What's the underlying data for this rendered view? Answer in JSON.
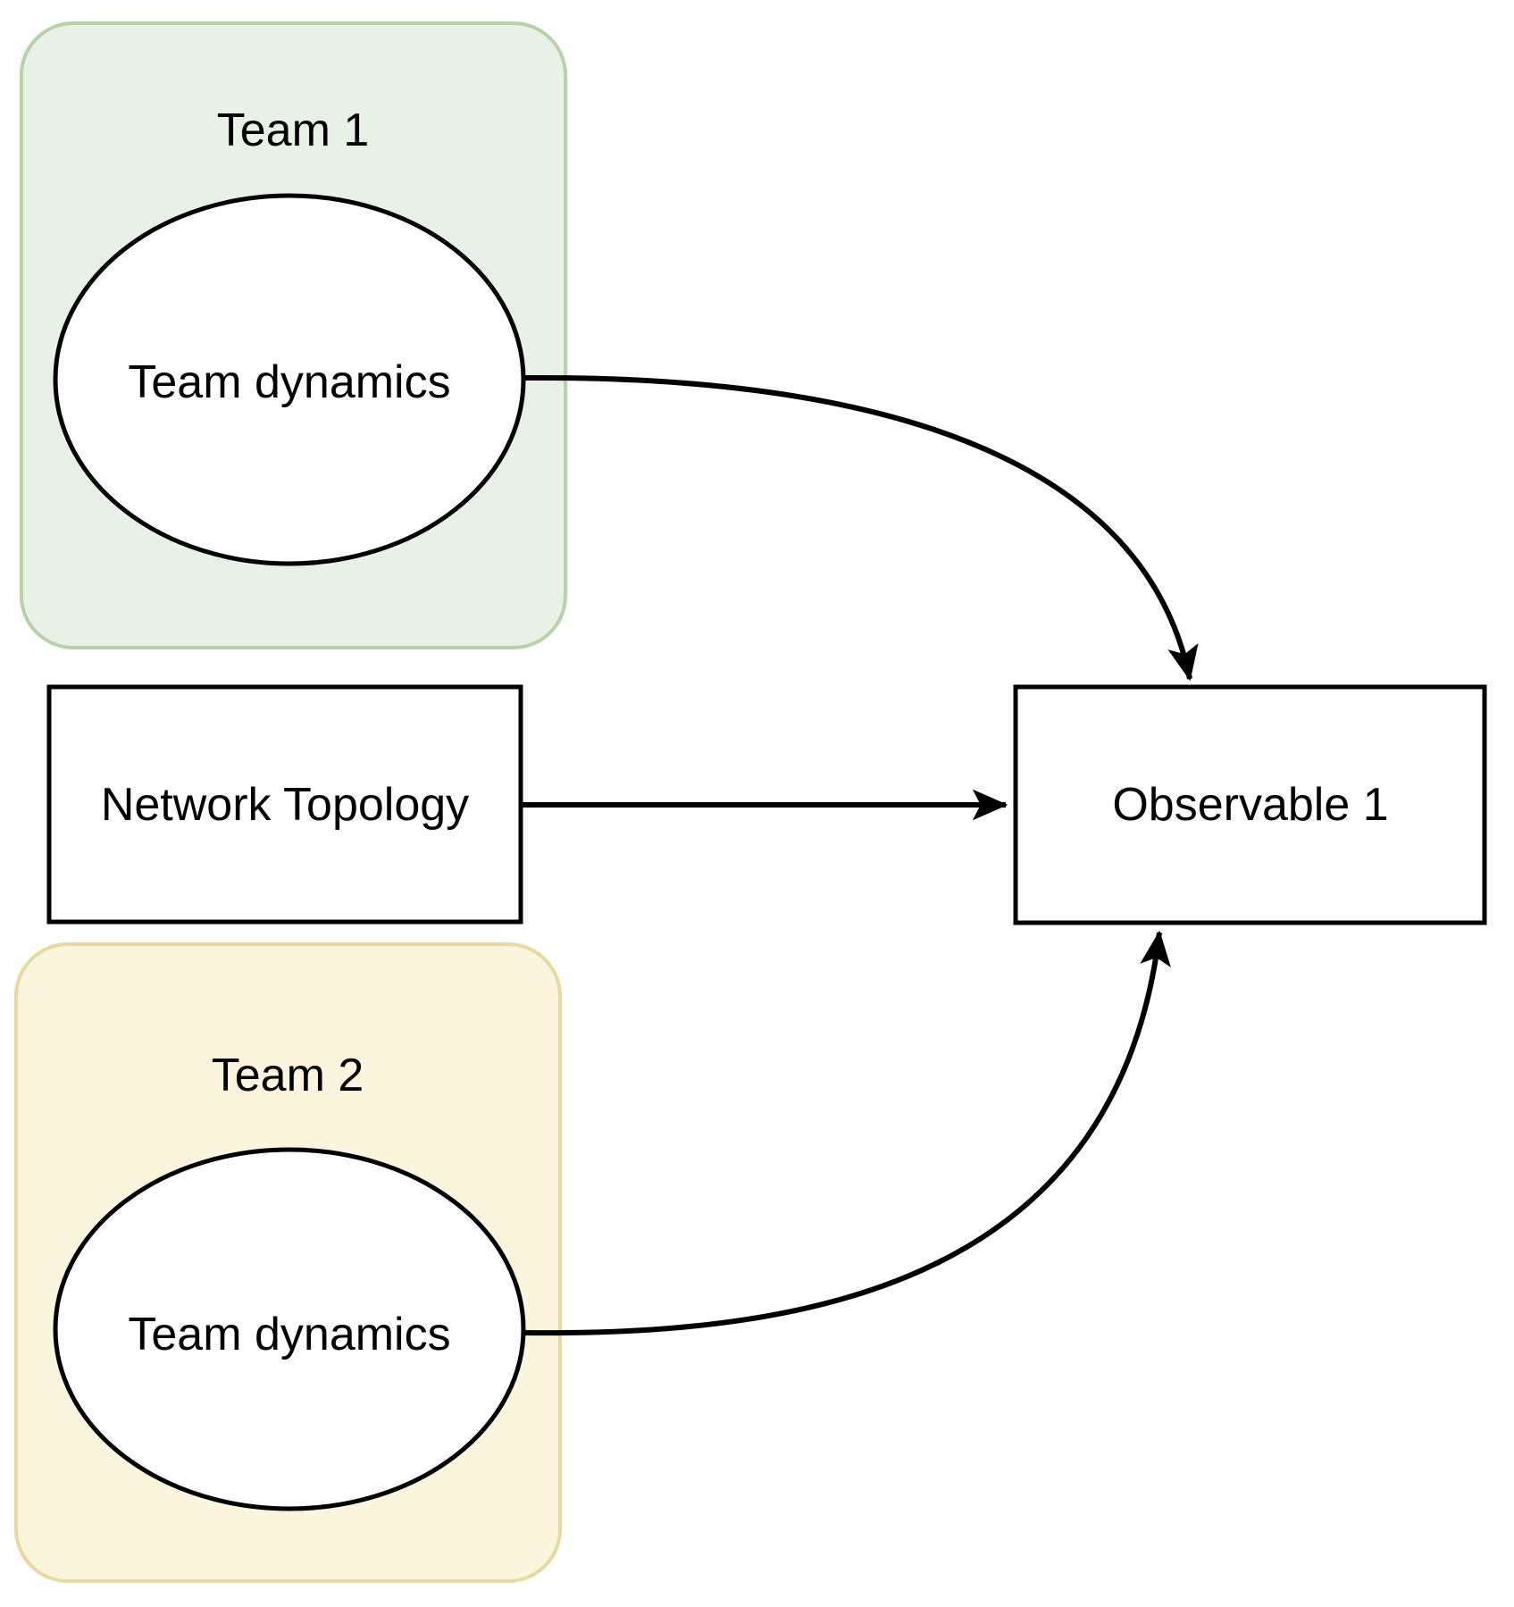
{
  "diagram": {
    "title": "",
    "groups": [
      {
        "id": "team1",
        "label": "Team 1"
      },
      {
        "id": "team2",
        "label": "Team 2"
      }
    ],
    "nodes": [
      {
        "id": "team1-dynamics",
        "label": "Team dynamics",
        "shape": "ellipse",
        "group": "team1"
      },
      {
        "id": "team2-dynamics",
        "label": "Team dynamics",
        "shape": "ellipse",
        "group": "team2"
      },
      {
        "id": "network-topology",
        "label": "Network Topology",
        "shape": "rectangle"
      },
      {
        "id": "observable-1",
        "label": "Observable 1",
        "shape": "rectangle"
      }
    ],
    "edges": [
      {
        "from": "team1-dynamics",
        "to": "observable-1",
        "style": "curved",
        "arrow": "into-top"
      },
      {
        "from": "network-topology",
        "to": "observable-1",
        "style": "straight",
        "arrow": "into-left"
      },
      {
        "from": "team2-dynamics",
        "to": "observable-1",
        "style": "curved",
        "arrow": "into-bottom"
      }
    ],
    "colors": {
      "team1_fill": "#E8F1E6",
      "team1_stroke": "#B6D3A8",
      "team2_fill": "#FCF5DE",
      "team2_stroke": "#E8D9A0",
      "node_fill": "#FFFFFF",
      "line": "#000000",
      "text": "#000000",
      "background": "#FFFFFF"
    }
  }
}
